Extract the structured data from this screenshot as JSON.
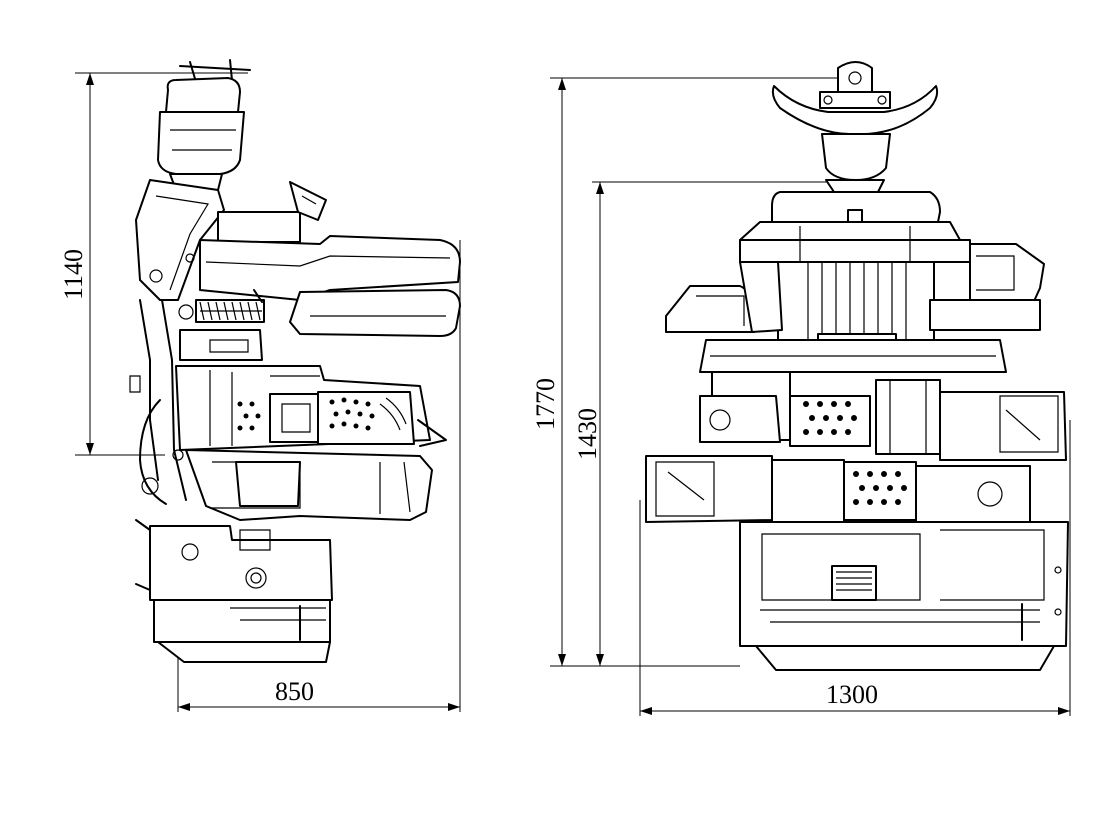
{
  "dimensions": {
    "side_height": "1140",
    "side_width": "850",
    "front_total_height": "1770",
    "front_body_height": "1430",
    "front_width": "1300"
  },
  "views": [
    "side-view",
    "front-view"
  ],
  "colors": {
    "line": "#000000",
    "background": "#ffffff"
  }
}
